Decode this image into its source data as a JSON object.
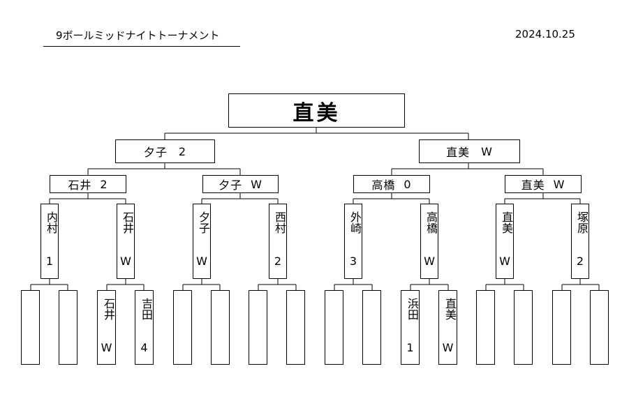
{
  "header": {
    "title": "9ボールミッドナイトトーナメント",
    "date": "2024.10.25"
  },
  "bracket": {
    "champion": "直美",
    "semifinal": [
      {
        "name": "夕子",
        "score": "2"
      },
      {
        "name": "直美",
        "score": "W"
      }
    ],
    "quarterfinal": [
      {
        "name": "石井",
        "score": "2"
      },
      {
        "name": "夕子",
        "score": "W"
      },
      {
        "name": "高橋",
        "score": "0"
      },
      {
        "name": "直美",
        "score": "W"
      }
    ],
    "round2": [
      {
        "name": "内村",
        "score": "1"
      },
      {
        "name": "石井",
        "score": "W"
      },
      {
        "name": "夕子",
        "score": "W"
      },
      {
        "name": "西村",
        "score": "2"
      },
      {
        "name": "外崎",
        "score": "3"
      },
      {
        "name": "高橋",
        "score": "W"
      },
      {
        "name": "直美",
        "score": "W"
      },
      {
        "name": "塚原",
        "score": "2"
      }
    ],
    "round1": [
      {
        "name": "",
        "score": ""
      },
      {
        "name": "",
        "score": ""
      },
      {
        "name": "石井",
        "score": "W"
      },
      {
        "name": "吉田",
        "score": "4"
      },
      {
        "name": "",
        "score": ""
      },
      {
        "name": "",
        "score": ""
      },
      {
        "name": "",
        "score": ""
      },
      {
        "name": "",
        "score": ""
      },
      {
        "name": "",
        "score": ""
      },
      {
        "name": "",
        "score": ""
      },
      {
        "name": "浜田",
        "score": "1"
      },
      {
        "name": "直美",
        "score": "W"
      },
      {
        "name": "",
        "score": ""
      },
      {
        "name": "",
        "score": ""
      },
      {
        "name": "",
        "score": ""
      },
      {
        "name": "",
        "score": ""
      }
    ]
  }
}
